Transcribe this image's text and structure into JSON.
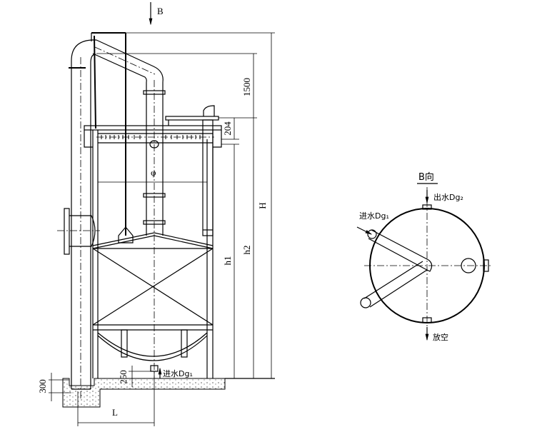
{
  "main_view": {
    "view_arrow_label": "B",
    "dim_top": "1500",
    "dim_weir": "204",
    "dim_total": "H",
    "dim_h1": "h1",
    "dim_h2": "h2",
    "dim_diameter": "φ",
    "dim_bottom_inlet": "250",
    "dim_pit": "300",
    "dim_offset": "L",
    "bottom_inlet_label": "进水Dg₁"
  },
  "b_view": {
    "title": "B向",
    "outlet_label": "出水Dg₂",
    "inlet_label": "进水Dg₁",
    "drain_label": "放空"
  }
}
